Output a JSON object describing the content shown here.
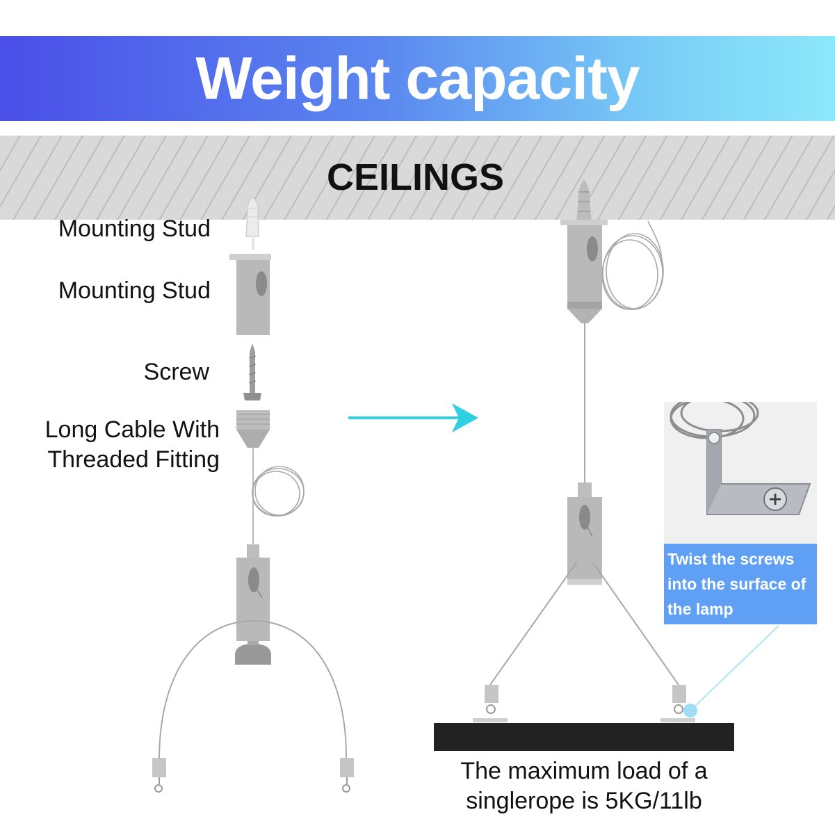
{
  "banner": {
    "title": "Weight capacity"
  },
  "ceiling": {
    "label": "CEILINGS"
  },
  "parts": {
    "mounting_stud_1": "Mounting Stud",
    "mounting_stud_2": "Mounting Stud",
    "screw": "Screw",
    "cable": "Long Cable With Threaded Fitting"
  },
  "callout": {
    "text": "Twist the screws into the surface of the lamp"
  },
  "load": {
    "text": "The maximum load of a singlerope is 5KG/11lb"
  },
  "colors": {
    "banner_start": "#4a4fe8",
    "banner_end": "#8ce8fb",
    "arrow": "#2fd0e0",
    "callout": "#5fa0f5",
    "lamp": "#222222"
  }
}
